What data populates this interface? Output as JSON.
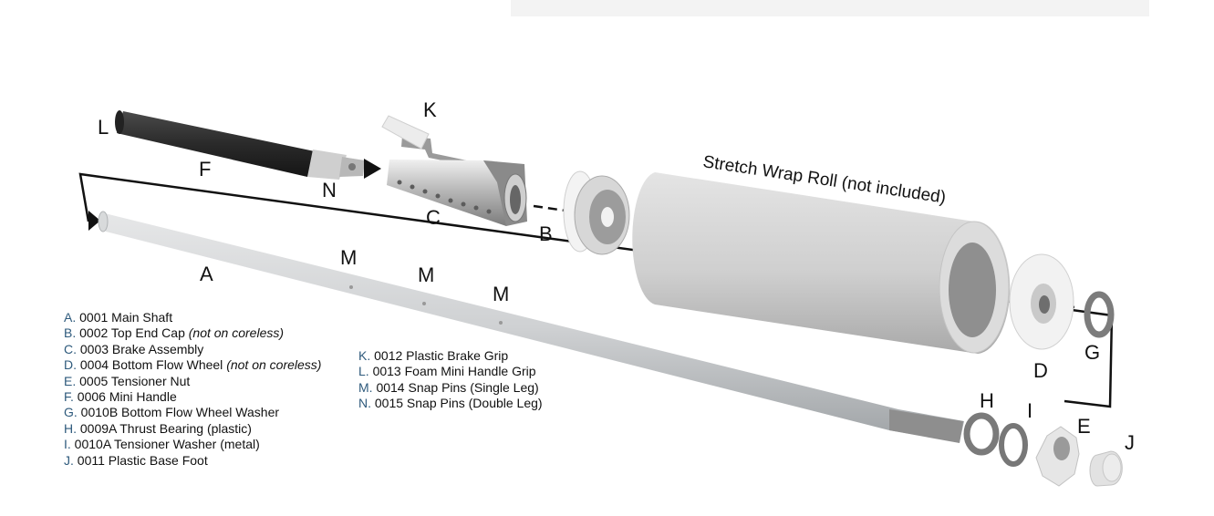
{
  "diagram": {
    "callouts": {
      "A": "A",
      "B": "B",
      "C": "C",
      "D": "D",
      "E": "E",
      "F": "F",
      "G": "G",
      "H": "H",
      "I": "I",
      "J": "J",
      "K": "K",
      "L": "L",
      "M": "M",
      "N": "N"
    },
    "roll_label": "Stretch Wrap Roll (not included)",
    "legend_left": [
      {
        "letter": "A.",
        "text": "0001 Main Shaft",
        "note": ""
      },
      {
        "letter": "B.",
        "text": "0002 Top End Cap",
        "note": "(not on coreless)"
      },
      {
        "letter": "C.",
        "text": "0003 Brake Assembly",
        "note": ""
      },
      {
        "letter": "D.",
        "text": "0004 Bottom Flow Wheel",
        "note": "(not on coreless)"
      },
      {
        "letter": "E.",
        "text": "0005 Tensioner Nut",
        "note": ""
      },
      {
        "letter": "F.",
        "text": "0006 Mini Handle",
        "note": ""
      },
      {
        "letter": "G.",
        "text": "0010B Bottom Flow Wheel Washer",
        "note": ""
      },
      {
        "letter": "H.",
        "text": "0009A Thrust Bearing (plastic)",
        "note": ""
      },
      {
        "letter": "I.",
        "text": "0010A Tensioner Washer (metal)",
        "note": ""
      },
      {
        "letter": "J.",
        "text": "0011 Plastic Base Foot",
        "note": ""
      }
    ],
    "legend_right": [
      {
        "letter": "K.",
        "text": "0012 Plastic Brake Grip",
        "note": ""
      },
      {
        "letter": "L.",
        "text": "0013 Foam Mini Handle Grip",
        "note": ""
      },
      {
        "letter": "M.",
        "text": "0014 Snap Pins (Single Leg)",
        "note": ""
      },
      {
        "letter": "N.",
        "text": "0015 Snap Pins (Double Leg)",
        "note": ""
      }
    ]
  }
}
